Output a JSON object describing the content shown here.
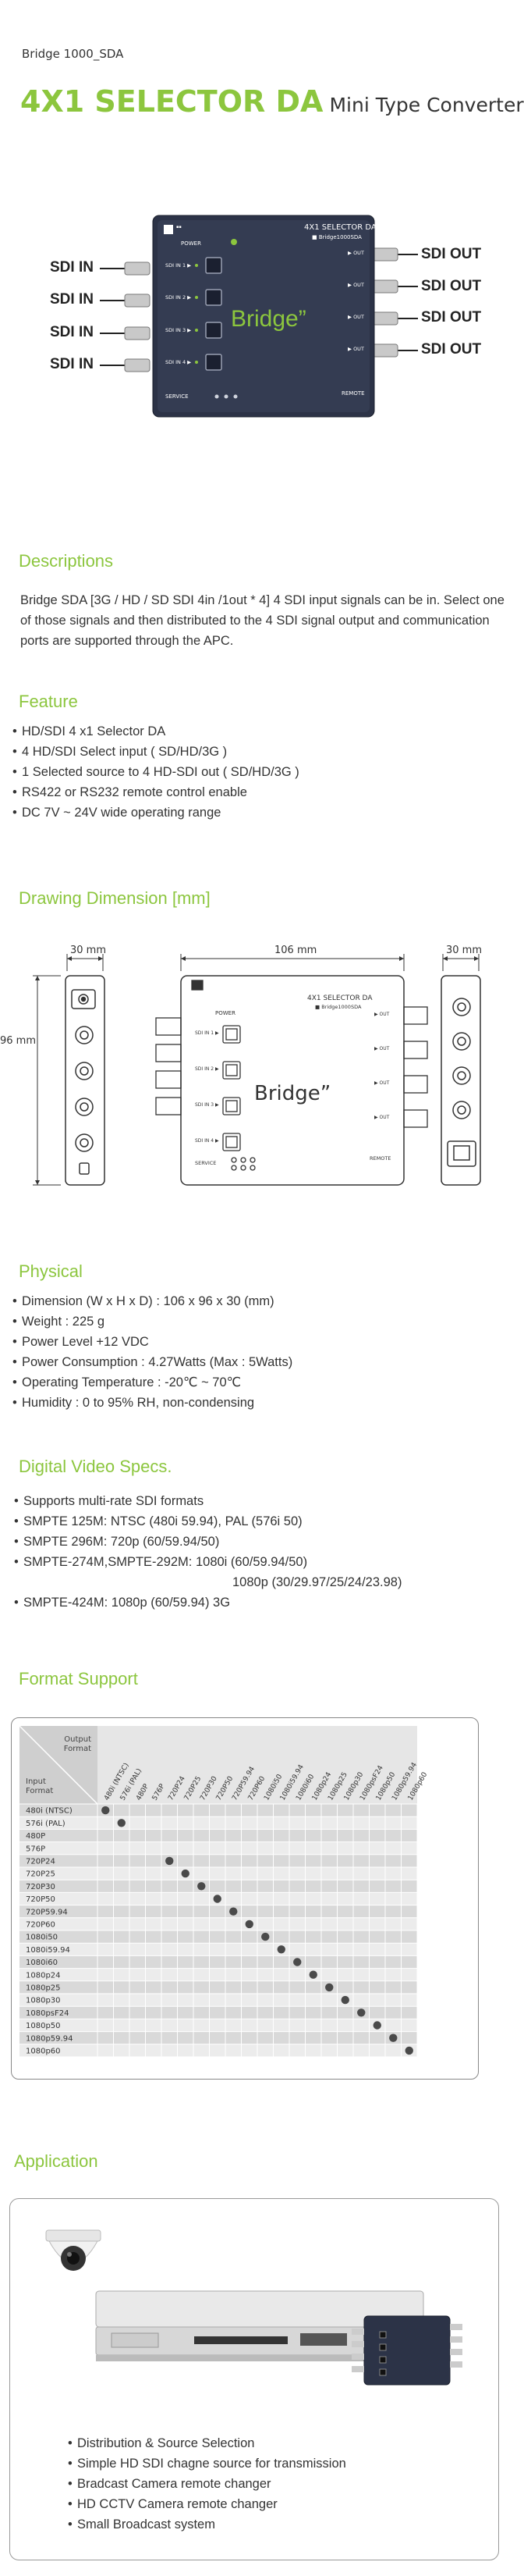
{
  "doc_code": "Bridge 1000_SDA",
  "title": {
    "main": "4X1 SELECTOR DA",
    "sub": "Mini Type Converter"
  },
  "product": {
    "input_labels": [
      "SDI IN",
      "SDI IN",
      "SDI IN",
      "SDI IN"
    ],
    "output_labels": [
      "SDI OUT",
      "SDI OUT",
      "SDI OUT",
      "SDI OUT"
    ],
    "panel_model": "4X1 SELECTOR DA",
    "panel_sub": "■ Bridge1000SDA",
    "panel_power": "POWER",
    "panel_in_labels": [
      "SDI IN 1 ▶",
      "SDI IN 2 ▶",
      "SDI IN 3 ▶",
      "SDI IN 4 ▶"
    ],
    "panel_out_labels": [
      "▶ OUT",
      "▶ OUT",
      "▶ OUT",
      "▶ OUT"
    ],
    "panel_service": "SERVICE",
    "panel_remote": "REMOTE",
    "brand": "Bridge”"
  },
  "descriptions": {
    "heading": "Descriptions",
    "text": "Bridge SDA [3G / HD / SD SDI 4in /1out * 4] 4 SDI input signals can be in. Select one of those signals and then distributed to the 4 SDI signal output and communication ports are supported through the APC."
  },
  "feature": {
    "heading": "Feature",
    "items": [
      "HD/SDI 4 x1 Selector DA",
      "4 HD/SDI Select input ( SD/HD/3G )",
      "1 Selected source to 4 HD-SDI out ( SD/HD/3G )",
      "RS422 or RS232 remote control enable",
      "DC 7V ~ 24V  wide operating range"
    ]
  },
  "drawing": {
    "heading": "Drawing Dimension [mm]",
    "width_left": "30 mm",
    "width_main": "106 mm",
    "width_right": "30 mm",
    "height": "96 mm"
  },
  "physical": {
    "heading": "Physical",
    "items": [
      "Dimension (W x H x D) :  106 x 96 x 30 (mm)",
      "Weight : 225 g",
      "Power Level +12 VDC",
      "Power Consumption : 4.27Watts (Max : 5Watts)",
      "Operating Temperature :  -20℃ ~ 70℃",
      "Humidity : 0 to 95% RH, non-condensing"
    ]
  },
  "video": {
    "heading": "Digital Video Specs.",
    "items": [
      "Supports multi-rate SDI formats",
      "SMPTE 125M: NTSC (480i 59.94), PAL (576i 50)",
      "SMPTE 296M: 720p (60/59.94/50)",
      "SMPTE-274M,SMPTE-292M: 1080i (60/59.94/50)",
      "SMPTE-424M: 1080p (60/59.94) 3G"
    ],
    "continuation": "1080p (30/29.97/25/24/23.98)"
  },
  "format": {
    "heading": "Format Support",
    "corner_output": "Output Format",
    "corner_input": "Input Format",
    "columns": [
      "480i (NTSC)",
      "576i (PAL)",
      "480P",
      "576P",
      "720P24",
      "720P25",
      "720P30",
      "720P50",
      "720P59.94",
      "720P60",
      "1080i50",
      "1080i59.94",
      "1080i60",
      "1080p24",
      "1080p25",
      "1080p30",
      "1080psF24",
      "1080p50",
      "1080p59.94",
      "1080p60"
    ],
    "rows": [
      "480i (NTSC)",
      "576i (PAL)",
      "480P",
      "576P",
      "720P24",
      "720P25",
      "720P30",
      "720P50",
      "720P59.94",
      "720P60",
      "1080i50",
      "1080i59.94",
      "1080i60",
      "1080p24",
      "1080p25",
      "1080p30",
      "1080psF24",
      "1080p50",
      "1080p59.94",
      "1080p60"
    ],
    "supported": [
      [
        0,
        0
      ],
      [
        1,
        1
      ],
      [
        4,
        4
      ],
      [
        5,
        5
      ],
      [
        6,
        6
      ],
      [
        7,
        7
      ],
      [
        8,
        8
      ],
      [
        9,
        9
      ],
      [
        10,
        10
      ],
      [
        11,
        11
      ],
      [
        12,
        12
      ],
      [
        13,
        13
      ],
      [
        14,
        14
      ],
      [
        15,
        15
      ],
      [
        16,
        16
      ],
      [
        17,
        17
      ],
      [
        18,
        18
      ],
      [
        19,
        19
      ]
    ]
  },
  "application": {
    "heading": "Application",
    "items": [
      "Distribution & Source Selection",
      "Simple HD SDI chagne source for transmission",
      "Bradcast Camera remote changer",
      "HD CCTV Camera remote changer",
      "Small Broadcast system"
    ]
  }
}
